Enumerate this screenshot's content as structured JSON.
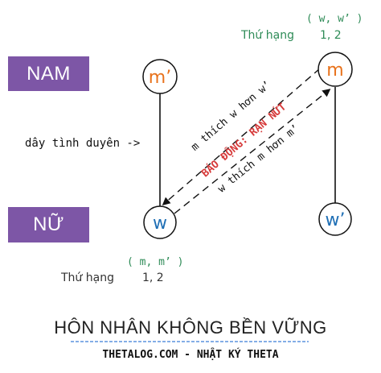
{
  "labels": {
    "men": "NAM",
    "women": "NỮ"
  },
  "nodes": {
    "m_prime": "m’",
    "m": "m",
    "w": "w",
    "w_prime": "w’"
  },
  "top_right": {
    "pair": "( w, w’ )",
    "rank_label": "Thứ hạng",
    "rank_values": "1, 2"
  },
  "bottom_left": {
    "pair": "( m, m’ )",
    "rank_label": "Thứ hạng",
    "rank_values": "1, 2"
  },
  "annotations": {
    "marriage_line": "dây tình duyên ->",
    "m_prefers": "m thích w hơn w’",
    "alert": "BÁO ĐỘNG: RẠN NỨT",
    "w_prefers": "w thích m hơn m’"
  },
  "title": "HÔN NHÂN KHÔNG BỀN VỮNG",
  "footer": "THETALOG.COM - NHẬT KÝ THETA",
  "colors": {
    "label_bg": "#7d56a6",
    "men_node_text": "#e8721c",
    "women_node_text": "#1f6fb5",
    "pair_text": "#2e8b57",
    "alert_text": "#d63a3a",
    "title_underline": "#3b7dd8"
  }
}
